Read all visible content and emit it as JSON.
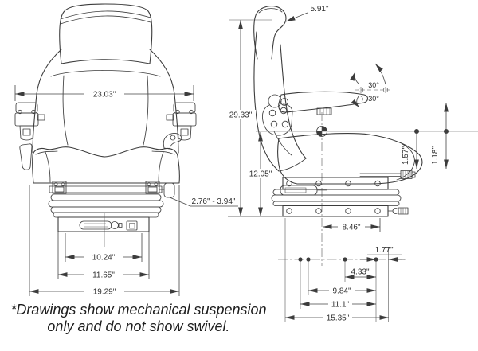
{
  "drawing": {
    "title": "seat-dimension-drawing",
    "ink_color": "#3c3c3c",
    "background_color": "#ffffff"
  },
  "front_view": {
    "dims": {
      "width_across_armrests": "23.03\"",
      "base_inner_width": "10.24\"",
      "base_outer_width": "11.65\"",
      "overall_width": "19.29\"",
      "adjuster_knob_range": "2.76\" - 3.94\""
    }
  },
  "side_view": {
    "dims": {
      "headrest_depth": "5.91\"",
      "overall_height": "29.33\"",
      "base_to_index_height": "12.05\"",
      "armrest_tilt_up": "30°",
      "armrest_tilt_down": "30°",
      "travel_front": "1.57\"",
      "travel_rear": "1.18\"",
      "center_to_rail_edge": "8.46\"",
      "hole_edge_offset": "1.77\"",
      "hole_span_small": "4.33\"",
      "hole_span_mid": "9.84\"",
      "hole_span_large": "11.1\"",
      "mount_overall_width": "15.35\""
    }
  },
  "footnote": {
    "line1": "*Drawings show mechanical suspension",
    "line2": "only and do not show swivel."
  }
}
